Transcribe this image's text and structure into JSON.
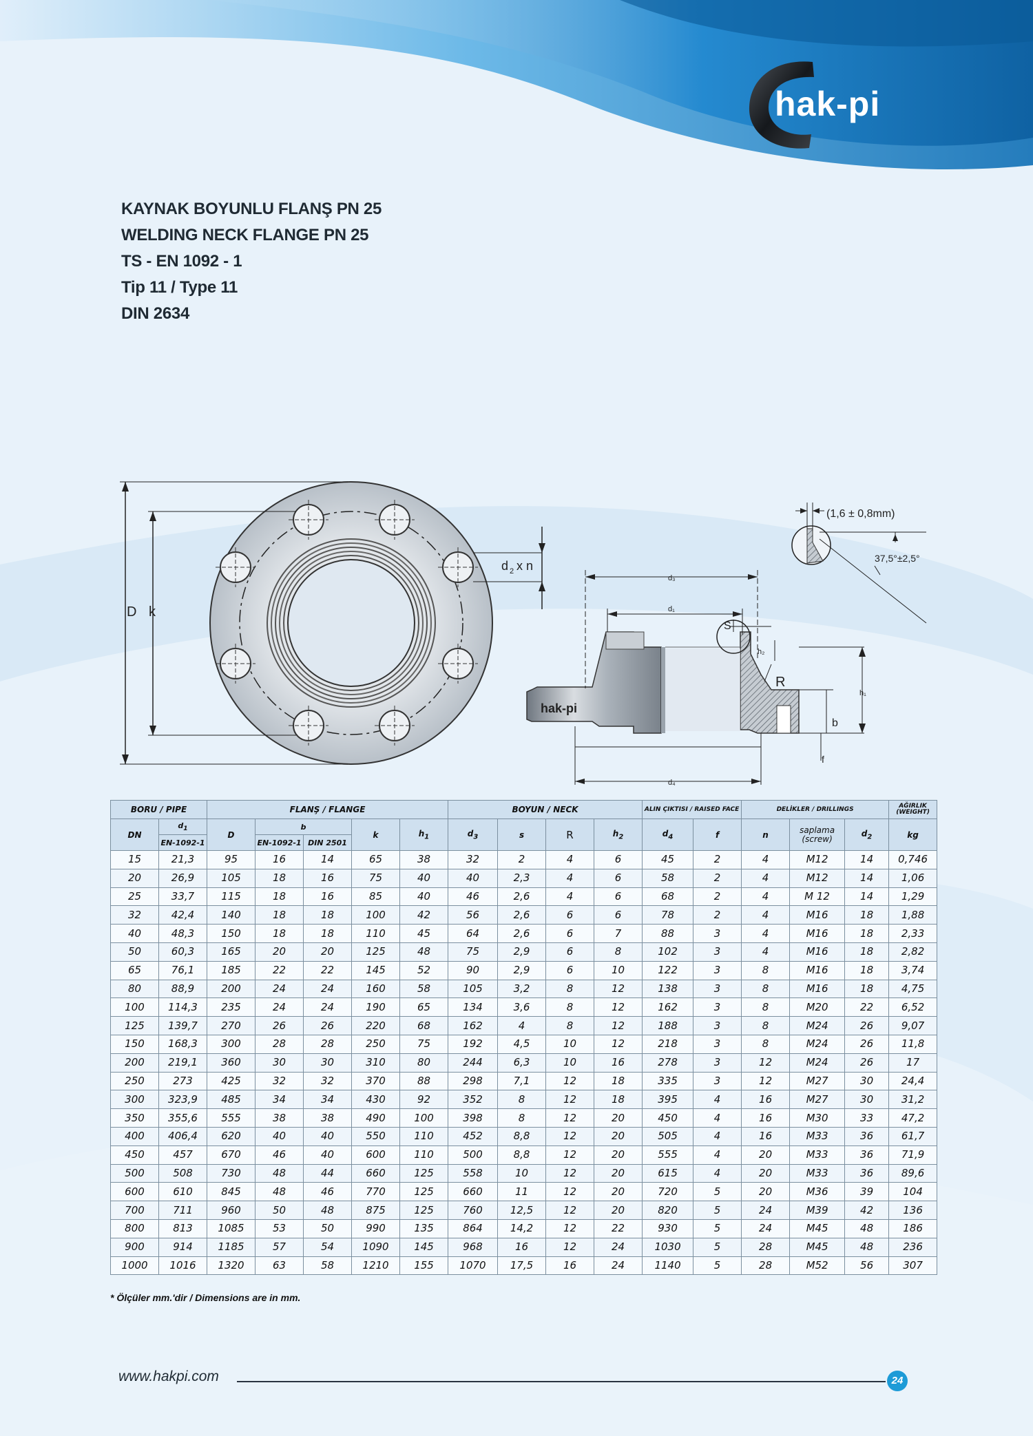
{
  "brand": {
    "name": "hak-pi",
    "stamp": "hak-pi"
  },
  "titles": [
    "KAYNAK BOYUNLU FLANŞ PN 25",
    "WELDING NECK FLANGE PN 25",
    "TS - EN 1092 - 1",
    "Tip 11 / Type 11",
    "DIN 2634"
  ],
  "drawing": {
    "label_D": "D",
    "label_k": "k",
    "label_d2n": "d",
    "label_d2n_sub": "2",
    "label_d2n_tail": "x n",
    "label_d3": "d₃",
    "label_d1": "d₁",
    "label_d4": "d₄",
    "label_S": "S",
    "label_R": "R",
    "label_h1": "h₁",
    "label_h2": "h₂",
    "label_b": "b",
    "label_f": "f",
    "label_gap": "(1,6 ± 0,8mm)",
    "label_angle": "37,5°±2,5°"
  },
  "table": {
    "group_headers": {
      "pipe": "BORU / PIPE",
      "flange": "FLANŞ / FLANGE",
      "neck": "BOYUN / NECK",
      "raised_face": "ALIN ÇIKTISI / RAISED FACE",
      "drillings": "DELİKLER / DRILLINGS",
      "weight_1": "AĞIRLIK",
      "weight_2": "(WEIGHT)"
    },
    "col_headers": {
      "dn": "DN",
      "d1": "d",
      "d1_sub": "1",
      "d1_std": "EN-1092-1",
      "D": "D",
      "b": "b",
      "b_en": "EN-1092-1",
      "b_din": "DIN 2501",
      "k": "k",
      "h1": "h",
      "h1_sub": "1",
      "d3": "d",
      "d3_sub": "3",
      "s": "s",
      "R": "R",
      "h2": "h",
      "h2_sub": "2",
      "d4": "d",
      "d4_sub": "4",
      "f": "f",
      "n": "n",
      "screw_1": "saplama",
      "screw_2": "(screw)",
      "d2": "d",
      "d2_sub": "2",
      "kg": "kg"
    },
    "rows": [
      [
        "15",
        "21,3",
        "95",
        "16",
        "14",
        "65",
        "38",
        "32",
        "2",
        "4",
        "6",
        "45",
        "2",
        "4",
        "M12",
        "14",
        "0,746"
      ],
      [
        "20",
        "26,9",
        "105",
        "18",
        "16",
        "75",
        "40",
        "40",
        "2,3",
        "4",
        "6",
        "58",
        "2",
        "4",
        "M12",
        "14",
        "1,06"
      ],
      [
        "25",
        "33,7",
        "115",
        "18",
        "16",
        "85",
        "40",
        "46",
        "2,6",
        "4",
        "6",
        "68",
        "2",
        "4",
        "M 12",
        "14",
        "1,29"
      ],
      [
        "32",
        "42,4",
        "140",
        "18",
        "18",
        "100",
        "42",
        "56",
        "2,6",
        "6",
        "6",
        "78",
        "2",
        "4",
        "M16",
        "18",
        "1,88"
      ],
      [
        "40",
        "48,3",
        "150",
        "18",
        "18",
        "110",
        "45",
        "64",
        "2,6",
        "6",
        "7",
        "88",
        "3",
        "4",
        "M16",
        "18",
        "2,33"
      ],
      [
        "50",
        "60,3",
        "165",
        "20",
        "20",
        "125",
        "48",
        "75",
        "2,9",
        "6",
        "8",
        "102",
        "3",
        "4",
        "M16",
        "18",
        "2,82"
      ],
      [
        "65",
        "76,1",
        "185",
        "22",
        "22",
        "145",
        "52",
        "90",
        "2,9",
        "6",
        "10",
        "122",
        "3",
        "8",
        "M16",
        "18",
        "3,74"
      ],
      [
        "80",
        "88,9",
        "200",
        "24",
        "24",
        "160",
        "58",
        "105",
        "3,2",
        "8",
        "12",
        "138",
        "3",
        "8",
        "M16",
        "18",
        "4,75"
      ],
      [
        "100",
        "114,3",
        "235",
        "24",
        "24",
        "190",
        "65",
        "134",
        "3,6",
        "8",
        "12",
        "162",
        "3",
        "8",
        "M20",
        "22",
        "6,52"
      ],
      [
        "125",
        "139,7",
        "270",
        "26",
        "26",
        "220",
        "68",
        "162",
        "4",
        "8",
        "12",
        "188",
        "3",
        "8",
        "M24",
        "26",
        "9,07"
      ],
      [
        "150",
        "168,3",
        "300",
        "28",
        "28",
        "250",
        "75",
        "192",
        "4,5",
        "10",
        "12",
        "218",
        "3",
        "8",
        "M24",
        "26",
        "11,8"
      ],
      [
        "200",
        "219,1",
        "360",
        "30",
        "30",
        "310",
        "80",
        "244",
        "6,3",
        "10",
        "16",
        "278",
        "3",
        "12",
        "M24",
        "26",
        "17"
      ],
      [
        "250",
        "273",
        "425",
        "32",
        "32",
        "370",
        "88",
        "298",
        "7,1",
        "12",
        "18",
        "335",
        "3",
        "12",
        "M27",
        "30",
        "24,4"
      ],
      [
        "300",
        "323,9",
        "485",
        "34",
        "34",
        "430",
        "92",
        "352",
        "8",
        "12",
        "18",
        "395",
        "4",
        "16",
        "M27",
        "30",
        "31,2"
      ],
      [
        "350",
        "355,6",
        "555",
        "38",
        "38",
        "490",
        "100",
        "398",
        "8",
        "12",
        "20",
        "450",
        "4",
        "16",
        "M30",
        "33",
        "47,2"
      ],
      [
        "400",
        "406,4",
        "620",
        "40",
        "40",
        "550",
        "110",
        "452",
        "8,8",
        "12",
        "20",
        "505",
        "4",
        "16",
        "M33",
        "36",
        "61,7"
      ],
      [
        "450",
        "457",
        "670",
        "46",
        "40",
        "600",
        "110",
        "500",
        "8,8",
        "12",
        "20",
        "555",
        "4",
        "20",
        "M33",
        "36",
        "71,9"
      ],
      [
        "500",
        "508",
        "730",
        "48",
        "44",
        "660",
        "125",
        "558",
        "10",
        "12",
        "20",
        "615",
        "4",
        "20",
        "M33",
        "36",
        "89,6"
      ],
      [
        "600",
        "610",
        "845",
        "48",
        "46",
        "770",
        "125",
        "660",
        "11",
        "12",
        "20",
        "720",
        "5",
        "20",
        "M36",
        "39",
        "104"
      ],
      [
        "700",
        "711",
        "960",
        "50",
        "48",
        "875",
        "125",
        "760",
        "12,5",
        "12",
        "20",
        "820",
        "5",
        "24",
        "M39",
        "42",
        "136"
      ],
      [
        "800",
        "813",
        "1085",
        "53",
        "50",
        "990",
        "135",
        "864",
        "14,2",
        "12",
        "22",
        "930",
        "5",
        "24",
        "M45",
        "48",
        "186"
      ],
      [
        "900",
        "914",
        "1185",
        "57",
        "54",
        "1090",
        "145",
        "968",
        "16",
        "12",
        "24",
        "1030",
        "5",
        "28",
        "M45",
        "48",
        "236"
      ],
      [
        "1000",
        "1016",
        "1320",
        "63",
        "58",
        "1210",
        "155",
        "1070",
        "17,5",
        "16",
        "24",
        "1140",
        "5",
        "28",
        "M52",
        "56",
        "307"
      ]
    ]
  },
  "note": "* Ölçüler mm.'dir / Dimensions are in mm.",
  "footer": {
    "url": "www.hakpi.com",
    "page": "24"
  },
  "colors": {
    "accent": "#1d9bd7",
    "dark": "#1f2a33",
    "header_bg": "#cfe0ef"
  }
}
